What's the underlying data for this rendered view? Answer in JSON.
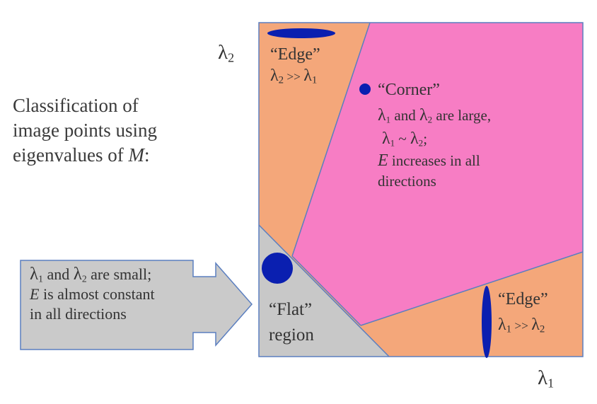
{
  "intro": {
    "line1": "Classification of",
    "line2": "image points using",
    "line3_prefix": "eigenvalues of ",
    "line3_var": "M",
    "line3_suffix": ":"
  },
  "axes": {
    "y_symbol": "λ",
    "y_sub": "2",
    "x_symbol": "λ",
    "x_sub": "1"
  },
  "edge_top": {
    "title": "“Edge”",
    "rel_sym_a": "λ",
    "rel_sub_a": "2",
    "rel_op": " >> ",
    "rel_sym_b": "λ",
    "rel_sub_b": "1"
  },
  "corner": {
    "title": "“Corner”",
    "l1_sym_a": "λ",
    "l1_sub_a": "1",
    "l1_mid": " and ",
    "l1_sym_b": "λ",
    "l1_sub_b": "2",
    "l1_tail": " are large,",
    "l2_sym_a": "λ",
    "l2_sub_a": "1",
    "l2_op": " ~ ",
    "l2_sym_b": "λ",
    "l2_sub_b": "2",
    "l2_tail": ";",
    "l3_var": "E",
    "l3_text": " increases in all",
    "l4_text": "directions"
  },
  "edge_bottom": {
    "title": "“Edge”",
    "rel_sym_a": "λ",
    "rel_sub_a": "1",
    "rel_op": " >> ",
    "rel_sym_b": "λ",
    "rel_sub_b": "2"
  },
  "flat": {
    "title": "“Flat”",
    "subtitle": "region"
  },
  "flat_callout": {
    "l1_sym_a": "λ",
    "l1_sub_a": "1",
    "l1_mid": " and ",
    "l1_sym_b": "λ",
    "l1_sub_b": "2",
    "l1_tail": " are small;",
    "l2_var": "E",
    "l2_text": " is almost constant",
    "l3_text": "in all directions"
  },
  "colors": {
    "edge_region": "#F4A77A",
    "corner_region": "#F77DC4",
    "flat_region": "#C8C8C8",
    "border": "#5B7FC0",
    "marker": "#0A1FB0"
  }
}
